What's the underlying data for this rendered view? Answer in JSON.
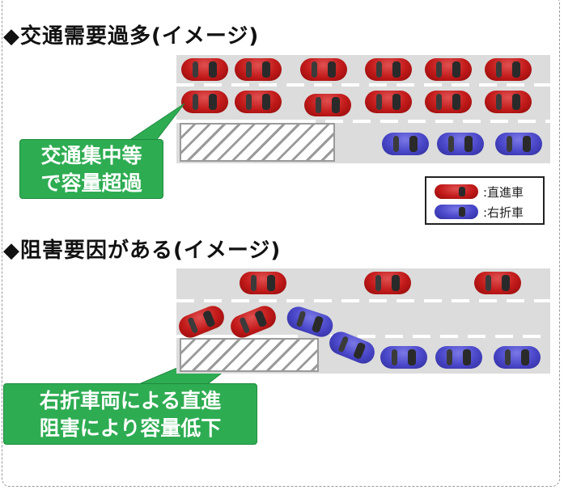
{
  "section1": {
    "heading": "◆交通需要過多(イメージ)",
    "callout_line1": "交通集中等",
    "callout_line2": "で容量超過"
  },
  "section2": {
    "heading": "◆阻害要因がある(イメージ)",
    "callout_line1": "右折車両による直進",
    "callout_line2": "阻害により容量低下"
  },
  "legend": {
    "items": [
      {
        "label": ":直進車",
        "color": "#c21a1a"
      },
      {
        "label": ":右折車",
        "color": "#4a47c9"
      }
    ]
  },
  "colors": {
    "callout": "#2eac52",
    "road": "#dcdcdc",
    "through_car": "#c21a1a",
    "right_turn_car": "#4a47c9"
  }
}
